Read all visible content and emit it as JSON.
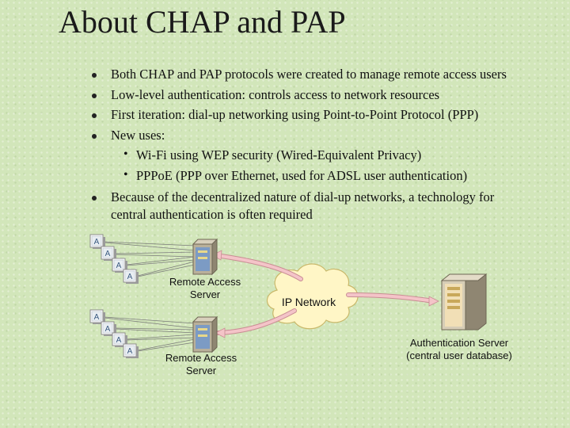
{
  "slide": {
    "title": "About CHAP and PAP",
    "bullets": [
      "Both CHAP and PAP protocols were created to manage remote access users",
      "Low-level authentication: controls access to network resources",
      "First iteration: dial-up networking using Point-to-Point Protocol (PPP)",
      "New uses:",
      "Because of the decentralized nature of dial-up networks, a technology for",
      "central authentication is often required"
    ],
    "sub_bullets": [
      "Wi-Fi using WEP security (Wired-Equivalent Privacy)",
      "PPPoE (PPP over Ethernet, used for ADSL user authentication)"
    ]
  },
  "diagram": {
    "client_icon_letter": "A",
    "ras_top_label": [
      "Remote Access",
      "Server"
    ],
    "ras_bottom_label": [
      "Remote Access",
      "Server"
    ],
    "cloud_label": "IP Network",
    "auth_label": [
      "Authentication Server",
      "(central user database)"
    ],
    "colors": {
      "cloud_fill": "#fff6c6",
      "cloud_stroke": "#c9b86a",
      "link_color": "#f4c4c8",
      "link_edge": "#c98e94",
      "server_body": "#b9b09a",
      "server_front": "#f1dfb6",
      "ras_front": "#7c9bc4"
    }
  }
}
